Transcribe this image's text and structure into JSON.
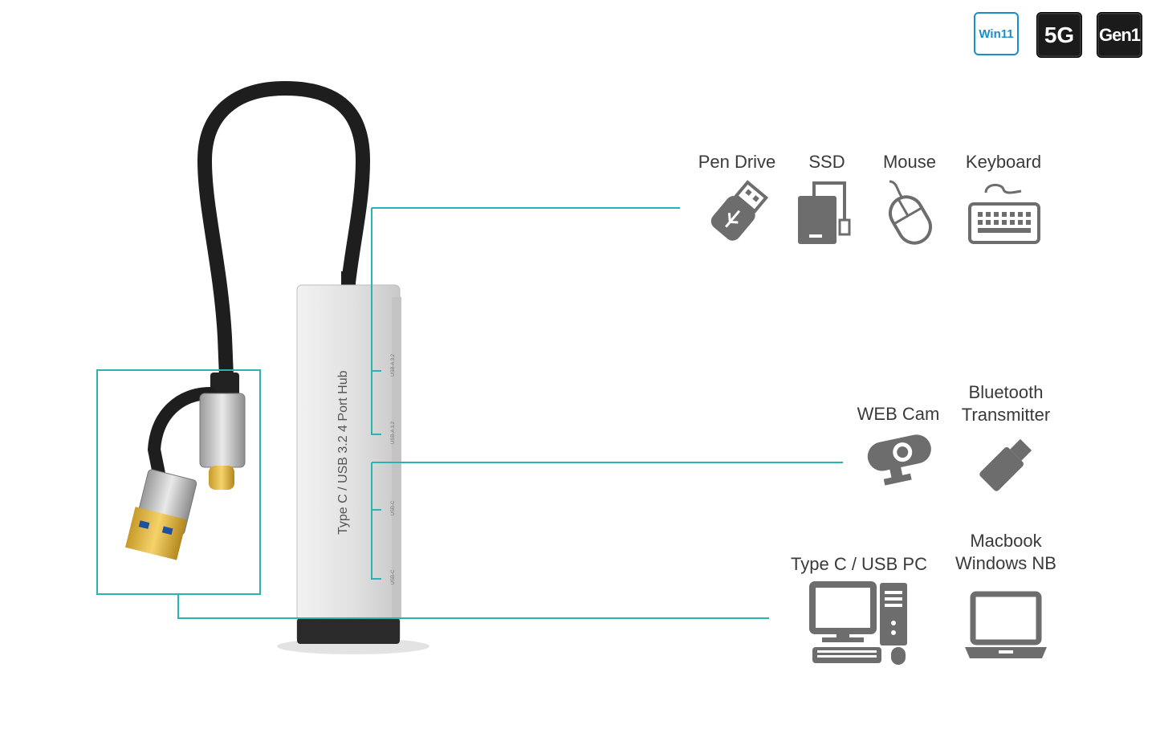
{
  "badges": {
    "win": "Win11",
    "g5": "5G",
    "gen": "Gen1"
  },
  "hub_text": "Type C / USB 3.2 4 Port Hub",
  "port_labels": [
    "USB-A 3.2",
    "USB-A 3.2",
    "USB-C",
    "USB-C"
  ],
  "groups": {
    "usb_a": {
      "devices": [
        {
          "label": "Pen Drive",
          "icon": "usb-drive-icon"
        },
        {
          "label": "SSD",
          "icon": "external-ssd-icon"
        },
        {
          "label": "Mouse",
          "icon": "mouse-icon"
        },
        {
          "label": "Keyboard",
          "icon": "keyboard-icon"
        }
      ]
    },
    "usb_c": {
      "devices": [
        {
          "label": "WEB Cam",
          "icon": "webcam-icon"
        },
        {
          "label_line1": "Bluetooth",
          "label_line2": "Transmitter",
          "icon": "bluetooth-dongle-icon"
        }
      ]
    },
    "host": {
      "devices": [
        {
          "label": "Type C / USB PC",
          "icon": "desktop-pc-icon"
        },
        {
          "label_line1": "Macbook",
          "label_line2": "Windows NB",
          "icon": "laptop-icon"
        }
      ]
    }
  },
  "colors": {
    "leader_line": "#2bb3b3",
    "icon_gray": "#6d6d6d",
    "hub_silver": "#d9d9d9"
  }
}
